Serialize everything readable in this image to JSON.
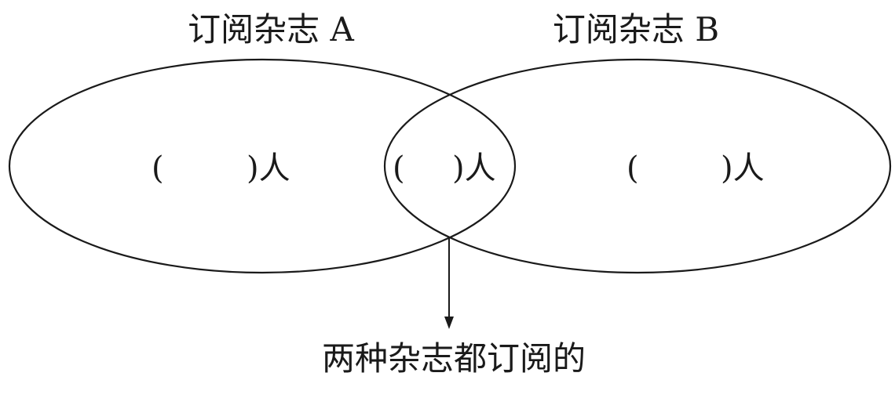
{
  "diagram": {
    "set_a": {
      "title": "订阅杂志 A",
      "count_open": "(",
      "count_close": ")人"
    },
    "set_b": {
      "title": "订阅杂志 B",
      "count_open": "(",
      "count_close": ")人"
    },
    "intersection": {
      "count_open": "(",
      "count_close": ")人",
      "caption": "两种杂志都订阅的"
    },
    "line_color": "#1a1a1a",
    "background": "#ffffff"
  }
}
